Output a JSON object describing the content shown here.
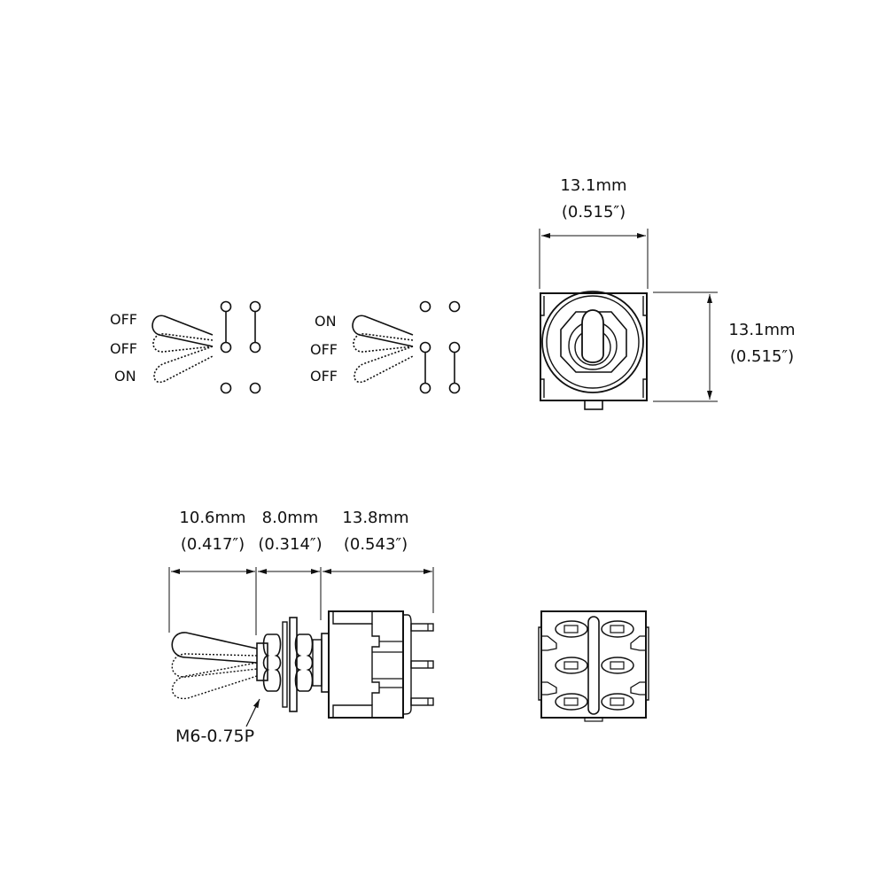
{
  "diagram": {
    "type": "technical-drawing",
    "subject": "Miniature toggle switch, 3-position",
    "stroke_color": "#111111",
    "background": "#ffffff"
  },
  "schematic_left": {
    "positions": [
      "OFF",
      "OFF",
      "ON"
    ]
  },
  "schematic_right": {
    "positions": [
      "ON",
      "OFF",
      "OFF"
    ]
  },
  "front_view": {
    "width_mm": "13.1mm",
    "width_in": "(0.515″)",
    "height_mm": "13.1mm",
    "height_in": "(0.515″)"
  },
  "side_view": {
    "dims": [
      {
        "mm": "10.6mm",
        "in": "(0.417″)"
      },
      {
        "mm": "8.0mm",
        "in": "(0.314″)"
      },
      {
        "mm": "13.8mm",
        "in": "(0.543″)"
      }
    ],
    "thread_label": "M6-0.75P"
  },
  "bottom_view": {
    "terminals": 6
  }
}
